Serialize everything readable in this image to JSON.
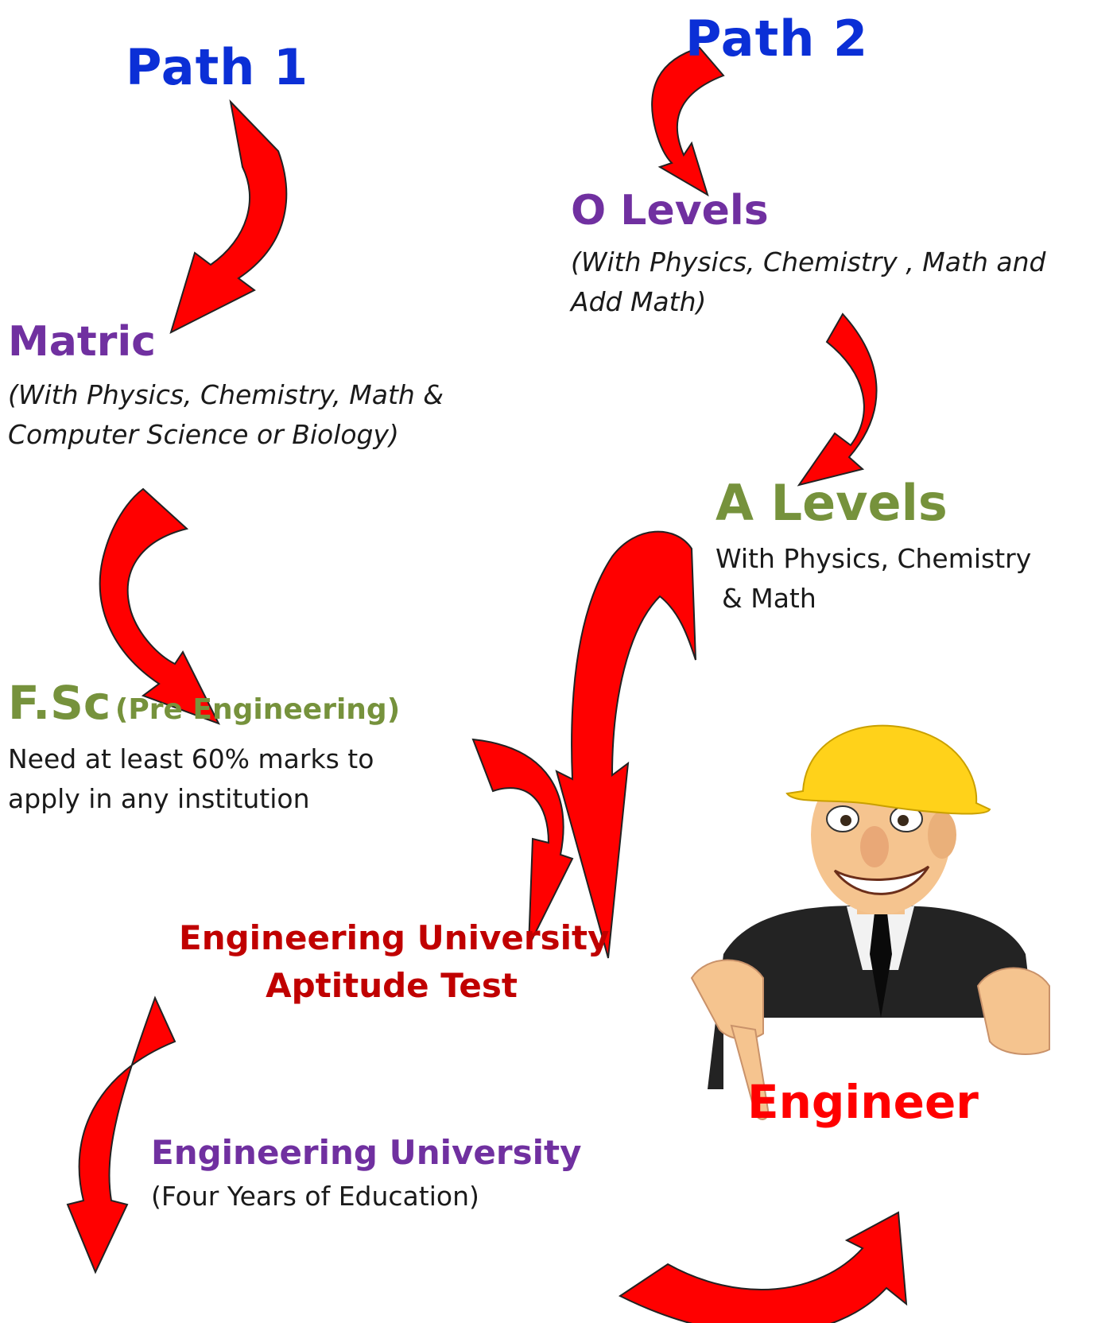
{
  "path1": {
    "title": "Path 1"
  },
  "path2": {
    "title": "Path 2"
  },
  "matric": {
    "title": "Matric",
    "note_line1": "(With Physics, Chemistry, Math &",
    "note_line2": "Computer Science or Biology)"
  },
  "o_levels": {
    "title": "O Levels",
    "note_line1": "(With Physics, Chemistry , Math and",
    "note_line2": "Add Math)"
  },
  "a_levels": {
    "title": "A Levels",
    "note_line1": "With Physics, Chemistry",
    "note_line2": "& Math"
  },
  "fsc": {
    "title": "F.Sc",
    "subtitle": "(Pre Engineering)",
    "note_line1": "Need at least 60% marks to",
    "note_line2": "apply in any institution"
  },
  "aptitude_test": {
    "line1": "Engineering University",
    "line2": "Aptitude Test"
  },
  "university": {
    "title": "Engineering University",
    "note": "(Four Years of Education)"
  },
  "engineer": {
    "label": "Engineer"
  },
  "colors": {
    "path_title": "#0b2fd6",
    "purple": "#7030a0",
    "green": "#76923c",
    "dark_red": "#c00000",
    "arrow_red": "#ff0000"
  }
}
